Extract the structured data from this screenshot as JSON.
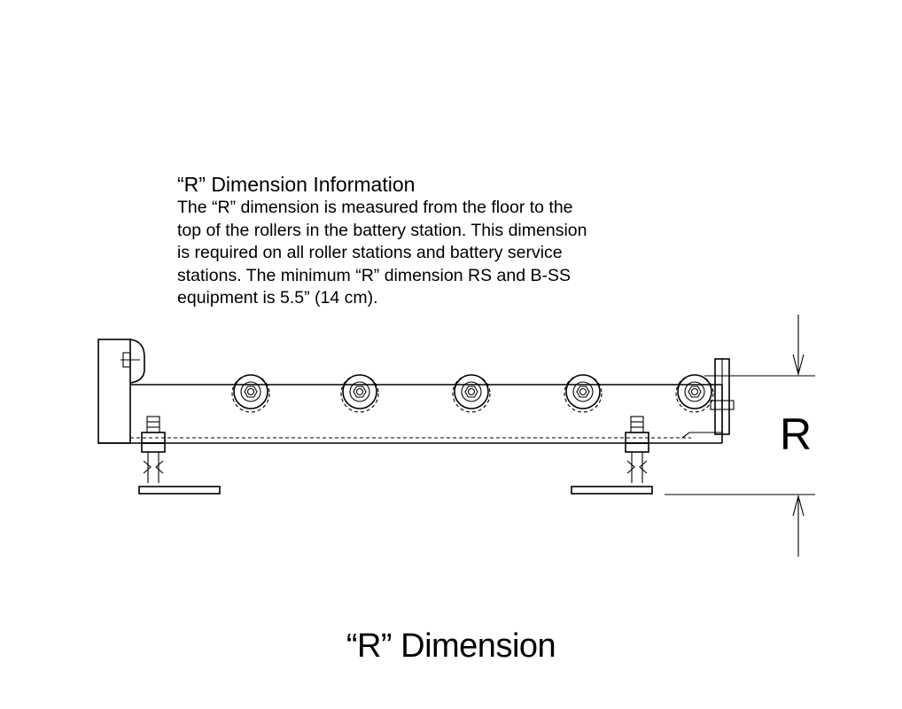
{
  "info": {
    "title": "“R” Dimension Information",
    "lines": [
      "The “R” dimension is measured from the floor to the",
      "top of the rollers in the battery station.  This dimension",
      "is required on all roller stations and battery service",
      "stations.  The minimum “R” dimension  RS and B-SS",
      "equipment is 5.5” (14 cm)."
    ]
  },
  "dimension_label": "R",
  "caption": "“R” Dimension",
  "drawing": {
    "roller_count": 5,
    "leveling_feet": 2,
    "line_color": "#000000"
  }
}
